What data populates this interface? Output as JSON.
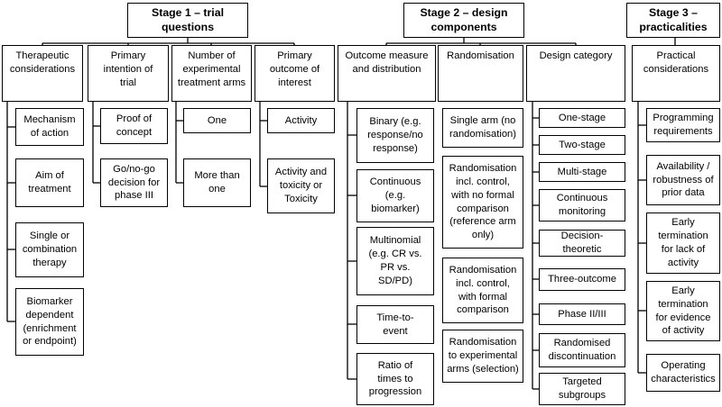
{
  "stages": [
    {
      "title": "Stage 1 – trial\nquestions",
      "categories": [
        {
          "title": "Therapeutic\nconsiderations",
          "items": [
            "Mechanism\nof action",
            "Aim of\ntreatment",
            "Single or\ncombination\ntherapy",
            "Biomarker\ndependent\n(enrichment\nor endpoint)"
          ]
        },
        {
          "title": "Primary\nintention of\ntrial",
          "items": [
            "Proof of\nconcept",
            "Go/no-go\ndecision for\nphase III"
          ]
        },
        {
          "title": "Number of\nexperimental\ntreatment arms",
          "items": [
            "One",
            "More than\none"
          ]
        },
        {
          "title": "Primary\noutcome of\ninterest",
          "items": [
            "Activity",
            "Activity and\ntoxicity or\nToxicity"
          ]
        }
      ]
    },
    {
      "title": "Stage 2 – design\ncomponents",
      "categories": [
        {
          "title": "Outcome measure\nand distribution",
          "items": [
            "Binary (e.g.\nresponse/no\nresponse)",
            "Continuous\n(e.g.\nbiomarker)",
            "Multinomial\n(e.g. CR vs.\nPR vs.\nSD/PD)",
            "Time-to-\nevent",
            "Ratio of\ntimes to\nprogression"
          ]
        },
        {
          "title": "Randomisation",
          "items": [
            "Single arm (no\nrandomisation)",
            "Randomisation\nincl. control,\nwith no formal\ncomparison\n(reference arm\nonly)",
            "Randomisation\nincl. control,\nwith formal\ncomparison",
            "Randomisation\nto experimental\narms (selection)"
          ]
        },
        {
          "title": "Design category",
          "items": [
            "One-stage",
            "Two-stage",
            "Multi-stage",
            "Continuous\nmonitoring",
            "Decision-theoretic",
            "Three-outcome",
            "Phase II/III",
            "Randomised\ndiscontinuation",
            "Targeted\nsubgroups"
          ]
        }
      ]
    },
    {
      "title": "Stage 3 –\npracticalities",
      "categories": [
        {
          "title": "Practical\nconsiderations",
          "items": [
            "Programming\nrequirements",
            "Availability /\nrobustness of\nprior data",
            "Early\ntermination\nfor lack of\nactivity",
            "Early\ntermination\nfor evidence\nof activity",
            "Operating\ncharacteristics"
          ]
        }
      ]
    }
  ]
}
